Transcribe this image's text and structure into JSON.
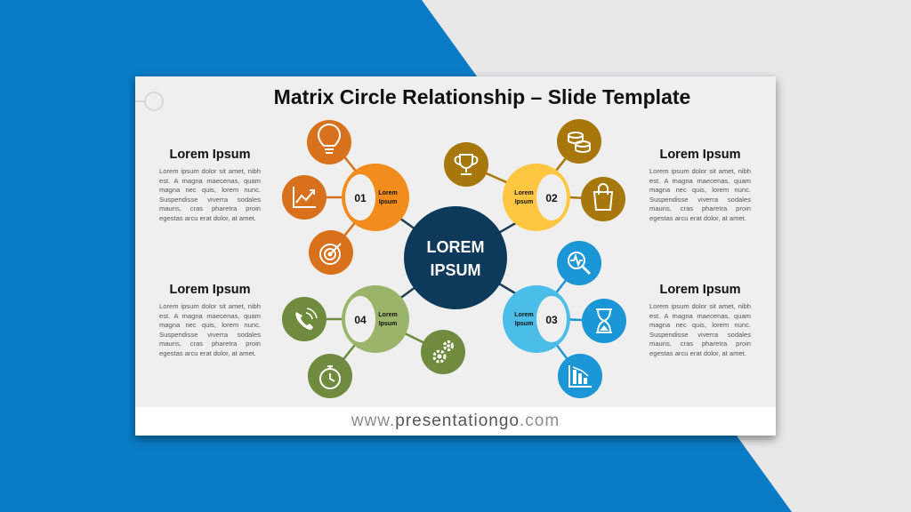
{
  "slide": {
    "title": "Matrix Circle Relationship – Slide Template",
    "footer": {
      "prefix": "www.",
      "brand": "presentationgo",
      "suffix": ".com"
    }
  },
  "center": {
    "line1": "LOREM",
    "line2": "IPSUM"
  },
  "blocks": [
    {
      "heading": "Lorem Ipsum",
      "body": "Lorem ipsum dolor sit amet, nibh est. A magna maecenas, quam magna nec quis, lorem nunc. Suspendisse viverra sodales mauris, cras pharetra proin egestas arcu erat dolor, at amet."
    },
    {
      "heading": "Lorem Ipsum",
      "body": "Lorem ipsum dolor sit amet, nibh est. A magna maecenas, quam magna nec quis, lorem nunc. Suspendisse viverra sodales mauris, cras pharetra proin egestas arcu erat dolor, at amet."
    },
    {
      "heading": "Lorem Ipsum",
      "body": "Lorem ipsum dolor sit amet, nibh est. A magna maecenas, quam magna nec quis, lorem nunc. Suspendisse viverra sodales mauris, cras pharetra proin egestas arcu erat dolor, at amet."
    },
    {
      "heading": "Lorem Ipsum",
      "body": "Lorem ipsum dolor sit amet, nibh est. A magna maecenas, quam magna nec quis, lorem nunc. Suspendisse viverra sodales mauris, cras pharetra proin egestas arcu erat dolor, at amet."
    }
  ],
  "hubs": [
    {
      "number": "01",
      "label1": "Lorem",
      "label2": "Ipsum",
      "color": "#f28c1c",
      "icons": [
        "lightbulb-icon",
        "growth-chart-icon",
        "target-icon"
      ],
      "icon_color": "#d9711c"
    },
    {
      "number": "02",
      "label1": "Lorem",
      "label2": "Ipsum",
      "color": "#ffc640",
      "icons": [
        "trophy-icon",
        "coins-icon",
        "shopping-bag-icon"
      ],
      "icon_color": "#a8770b"
    },
    {
      "number": "03",
      "label1": "Lorem",
      "label2": "Ipsum",
      "color": "#4bbde9",
      "icons": [
        "magnifier-pulse-icon",
        "hourglass-icon",
        "bar-chart-down-icon"
      ],
      "icon_color": "#1b96d6"
    },
    {
      "number": "04",
      "label1": "Lorem",
      "label2": "Ipsum",
      "color": "#9ab56a",
      "icons": [
        "phone-call-icon",
        "stopwatch-icon",
        "gears-icon"
      ],
      "icon_color": "#6f8b3e"
    }
  ],
  "colors": {
    "center": "#0d3a5a",
    "connector": "#1f3e55",
    "background_blue": "#0a7cc7",
    "background_grey": "#e8e8e9"
  }
}
